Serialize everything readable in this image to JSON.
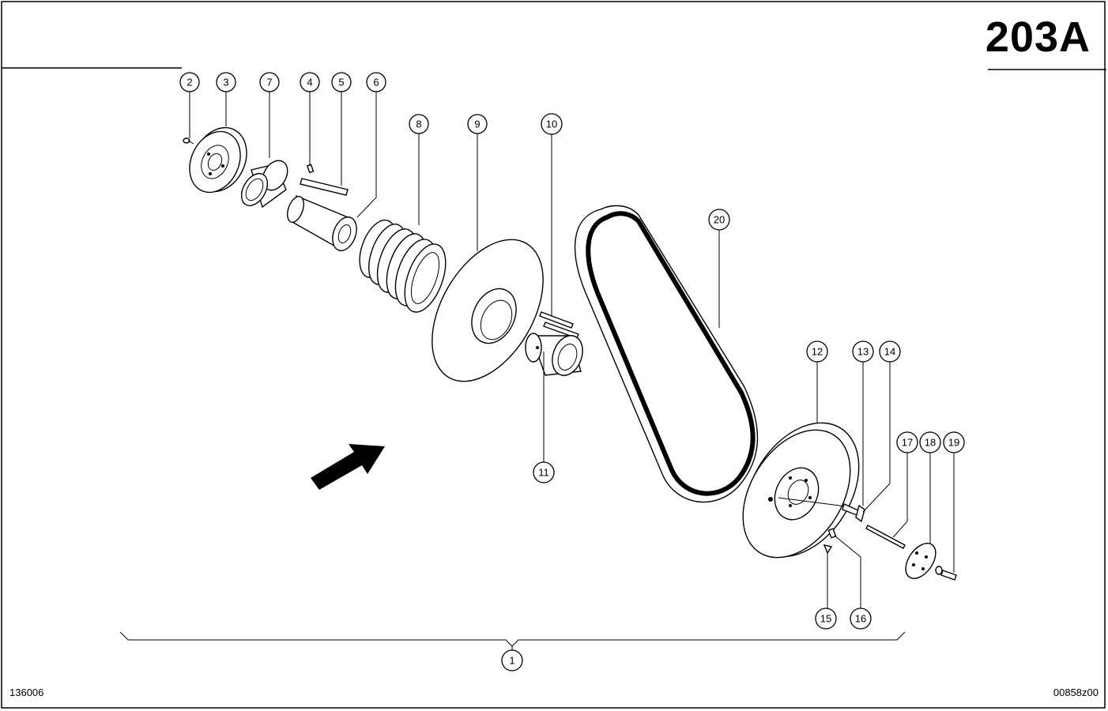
{
  "sheet": {
    "title": "203A",
    "code_left": "136006",
    "code_right": "00858z00"
  },
  "callouts": [
    "1",
    "2",
    "3",
    "4",
    "5",
    "6",
    "7",
    "8",
    "9",
    "10",
    "11",
    "12",
    "13",
    "14",
    "15",
    "16",
    "17",
    "18",
    "19",
    "20"
  ],
  "icons": {
    "direction_arrow": "direction-arrow-icon"
  }
}
